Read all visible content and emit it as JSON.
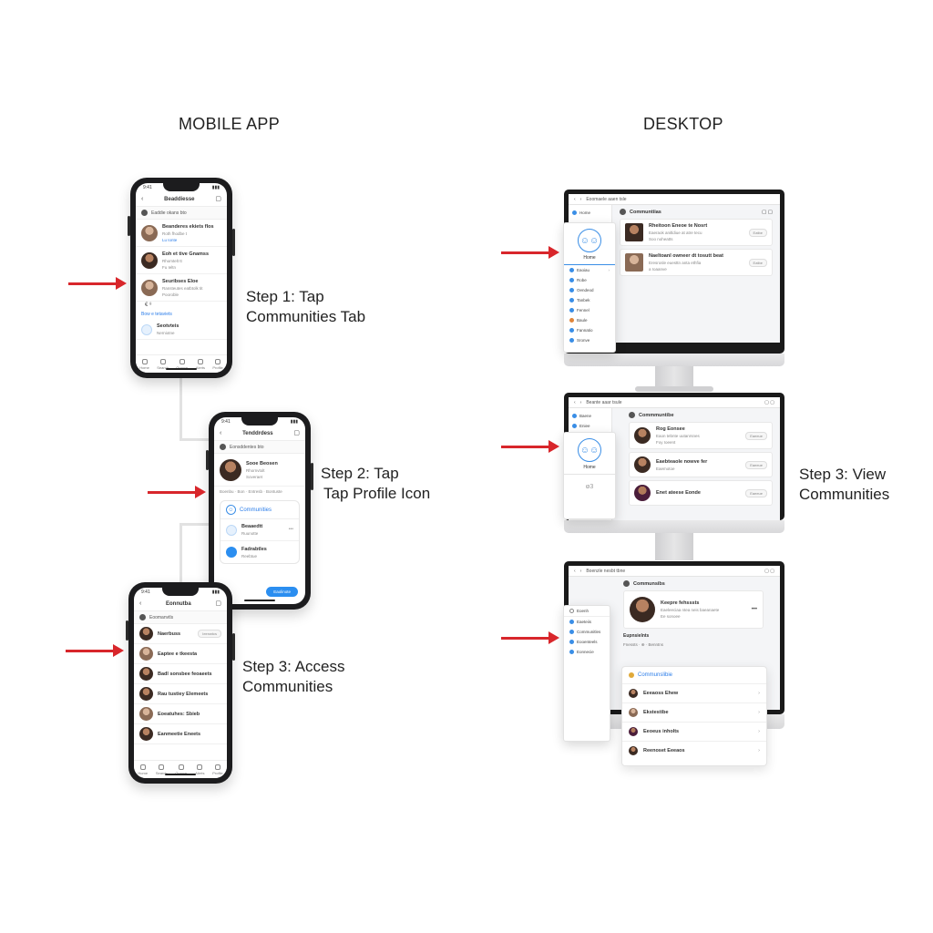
{
  "columns": {
    "mobile_title": "MOBILE APP",
    "desktop_title": "DESKTOP"
  },
  "steps": {
    "mobile_1": [
      "Step 1: Tap",
      "Communities Tab"
    ],
    "mobile_2": [
      "Step 2: Tap",
      "Tap Profile Icon"
    ],
    "mobile_3": [
      "Step 3: Access",
      "Communities"
    ],
    "desktop_3": [
      "Step 3: View",
      "Communities"
    ]
  },
  "phone1": {
    "title": "Beaddiesse",
    "subheader": "Eaddie okans bto",
    "rows": [
      {
        "t1": "Beanderes ekiets flos",
        "t2": "Roth fhodbe t",
        "t3": "Lu Ionte",
        "avatar": "light"
      },
      {
        "t1": "Eoh et tive Gnamss",
        "t2": "Rhomtelt tt",
        "t3": "Fu Ieltn",
        "avatar": "dark"
      },
      {
        "t1": "Seuribses Eloe",
        "t2": "Ransteutes eatbtolk tit",
        "t3": "Pooroble",
        "avatar": "light"
      }
    ],
    "extra": "€ ⁸",
    "link": "Bow e tetaviets",
    "last_row": {
      "t1": "Seotvteis",
      "t2": "Nerniotne"
    },
    "tabs": [
      "Home",
      "Search",
      "Groups",
      "Alerts",
      "Profile"
    ]
  },
  "phone2": {
    "title": "Tenddrdess",
    "subheader": "Eonsddentes bto",
    "profile": {
      "t1": "Sooe Beosen",
      "t2": "Rhornvtolt",
      "t3": "Soveraet"
    },
    "meta": "Boenbu · Bon · Entresb · Bontuste",
    "comm_header": "Communities",
    "rows": [
      {
        "t1": "Beaaedtt",
        "t2": "Ruunotte"
      },
      {
        "t1": "Fadrabtles",
        "t2": "Reebtue"
      }
    ],
    "button": "Eaolinote"
  },
  "phone3": {
    "title": "Eonnutba",
    "subheader": "Eoomanvtls",
    "rows": [
      {
        "t1": "Naerbuss",
        "pill": "Ieenwtcs"
      },
      {
        "t1": "Eaptee e tkeesta"
      },
      {
        "t1": "Badl sonsbee feoaeets"
      },
      {
        "t1": "Rau tustiey Elemeets"
      },
      {
        "t1": "Eoeatuhes: Sbieb"
      },
      {
        "t1": "Eanmeetie Eneets"
      }
    ],
    "tabs": [
      "Home",
      "Search",
      "Groups",
      "Alerts",
      "Profile"
    ]
  },
  "monitor1": {
    "url": "Eoomaele aaen tsle",
    "page_title": "Communtiias",
    "cards": [
      {
        "t1": "Rheitoon Eneoe te Nosrt",
        "t2": "Eaeraok anitldiue at atre tecu",
        "t3": "Soo noheatts",
        "pill": "Eatbe"
      },
      {
        "t1": "Naeltoanl owneer dt tosutt beat",
        "t2": "Eresrosle euesttn anta ethfia",
        "t3": "a  Ioaanve",
        "pill": "Eatbe"
      }
    ],
    "popout": {
      "home_label": "Home",
      "items": [
        "Eaoiau",
        "Robe",
        "Oendeod",
        "Tanbek",
        "Fennel",
        "Baule",
        "Fannatio",
        "Sronve"
      ]
    },
    "side_top": "Home"
  },
  "monitor2": {
    "url": "Beante aaar tsule",
    "page_title": "Commmuntibe",
    "sidebar": [
      "Baene",
      "Eniee"
    ],
    "cards": [
      {
        "t1": "Rog Eonsee",
        "t2": "Eaon tebnte uutanrsnes",
        "t3": "Foy Ioeent",
        "pill": "Eaeeue"
      },
      {
        "t1": "Eaebteaole nowve fer",
        "t2": "Eaemotoe",
        "t3": "",
        "pill": "Eaeeue"
      },
      {
        "t1": "Enet ateese Eonde",
        "t2": "",
        "t3": "",
        "pill": "Eaeeue"
      }
    ],
    "popout": {
      "home_label": "Home",
      "extra": "ⱷ3"
    }
  },
  "monitor3": {
    "url": "Boenzle nesbt tbne",
    "page_title": "Communsibs",
    "profile": {
      "t1": "Keepre fehsssts",
      "t2": "Eaeleeciaa ntea neis baeanaete",
      "t3": "Ee sonoee"
    },
    "section": "Eupnsielnts",
    "section_meta": "Fnessts · ⊕ · Benntns",
    "popout_items": [
      "Eoenh",
      "Eaeteiis",
      "Communitles",
      "Eooenteels",
      "Eonnecie"
    ],
    "list_header": "Communslibie",
    "list_rows": [
      "Eeeaoss Ehew",
      "Ekstestibe",
      "Eeoeus inholts",
      "Reenoset Eeeaos"
    ]
  }
}
